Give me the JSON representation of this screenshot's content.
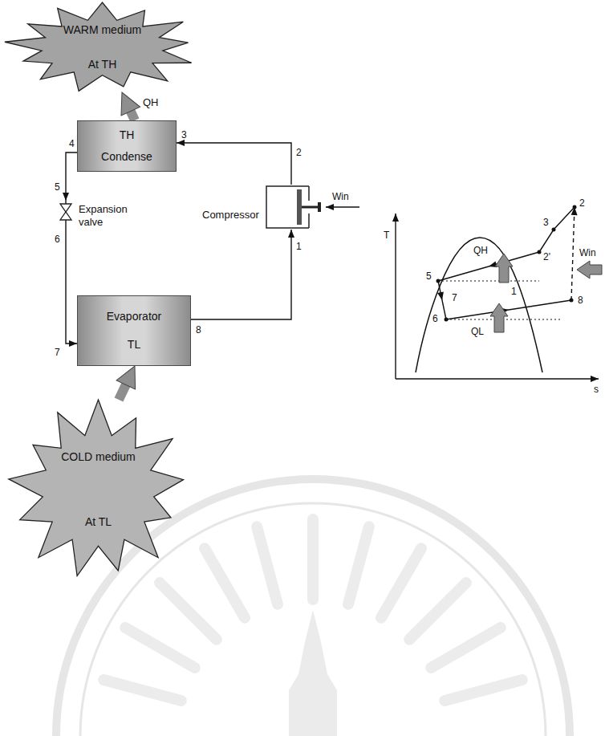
{
  "diagram": {
    "nodes": [
      {
        "text": [
          "WARM medium",
          "At TH"
        ]
      },
      {
        "text": [
          "TH",
          "Condense"
        ]
      },
      {
        "text": [
          "Compressor"
        ]
      },
      {
        "text": [
          "Expansion valve"
        ]
      },
      {
        "text": [
          "Evaporator",
          "TL"
        ]
      },
      {
        "text": [
          "COLD medium",
          "At TL"
        ]
      }
    ],
    "edges": [
      {
        "from": 1,
        "to": 0,
        "arrow": "to",
        "label": "QH"
      },
      {
        "from": 1,
        "to": 3,
        "arrow": "to"
      },
      {
        "from": 3,
        "to": 4,
        "arrow": "to"
      },
      {
        "from": 4,
        "to": 2,
        "arrow": "to"
      },
      {
        "from": 2,
        "to": 1,
        "arrow": "to"
      },
      {
        "from": 5,
        "to": 4,
        "arrow": "to"
      }
    ],
    "labels": [
      "4",
      "3",
      "2",
      "Win",
      "5",
      "6",
      "1",
      "7",
      "8",
      "T",
      "2",
      "3",
      "QH",
      "Win",
      "2'",
      "5",
      "1",
      "7",
      "6",
      "8",
      "QL",
      "s"
    ]
  }
}
